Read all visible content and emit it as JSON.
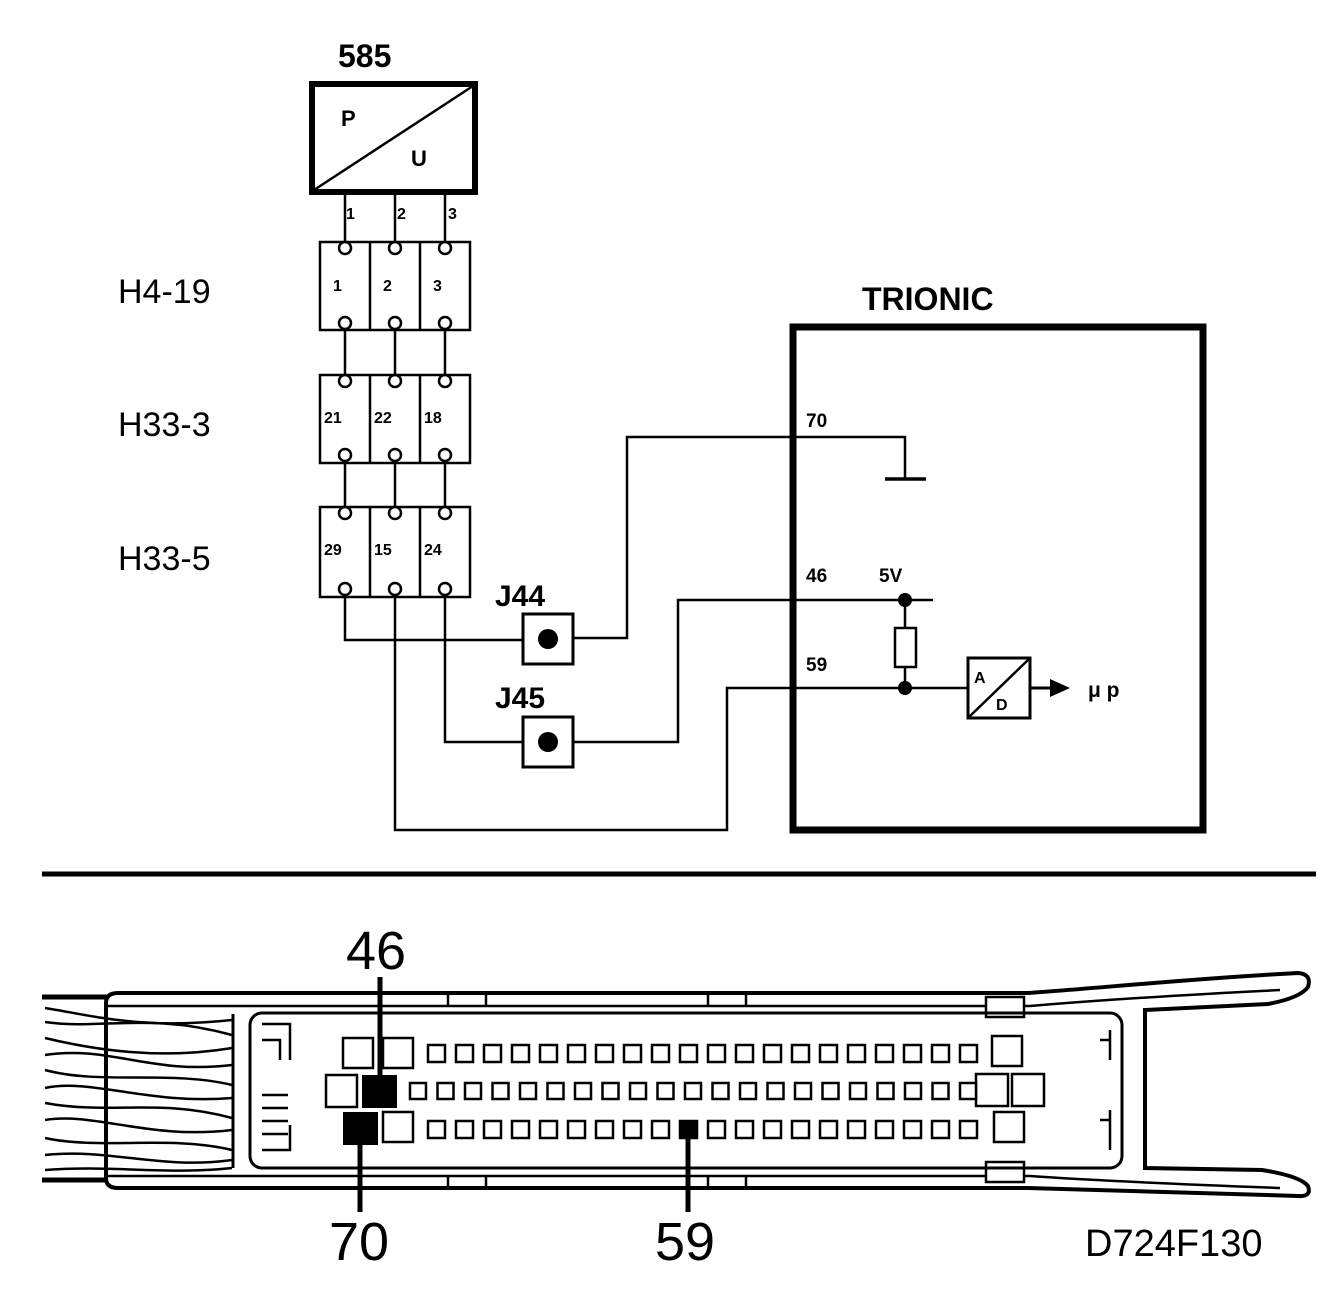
{
  "sensor": {
    "number": "585",
    "input_label": "P",
    "output_label": "U",
    "pins": [
      "1",
      "2",
      "3"
    ]
  },
  "connectors": [
    {
      "name": "H4-19",
      "pins": [
        "1",
        "2",
        "3"
      ]
    },
    {
      "name": "H33-3",
      "pins": [
        "21",
        "22",
        "18"
      ]
    },
    {
      "name": "H33-5",
      "pins": [
        "29",
        "15",
        "24"
      ]
    }
  ],
  "splices": [
    "J44",
    "J45"
  ],
  "control_module": {
    "name": "TRIONIC",
    "pin_ground": "70",
    "pin_supply": "46",
    "supply_voltage": "5V",
    "pin_signal": "59",
    "converter_in": "A",
    "converter_out": "D",
    "processor": "μ p"
  },
  "connector_view": {
    "pin_top": "46",
    "pin_bottom_left": "70",
    "pin_bottom_mid": "59"
  },
  "figure_code": "D724F130"
}
